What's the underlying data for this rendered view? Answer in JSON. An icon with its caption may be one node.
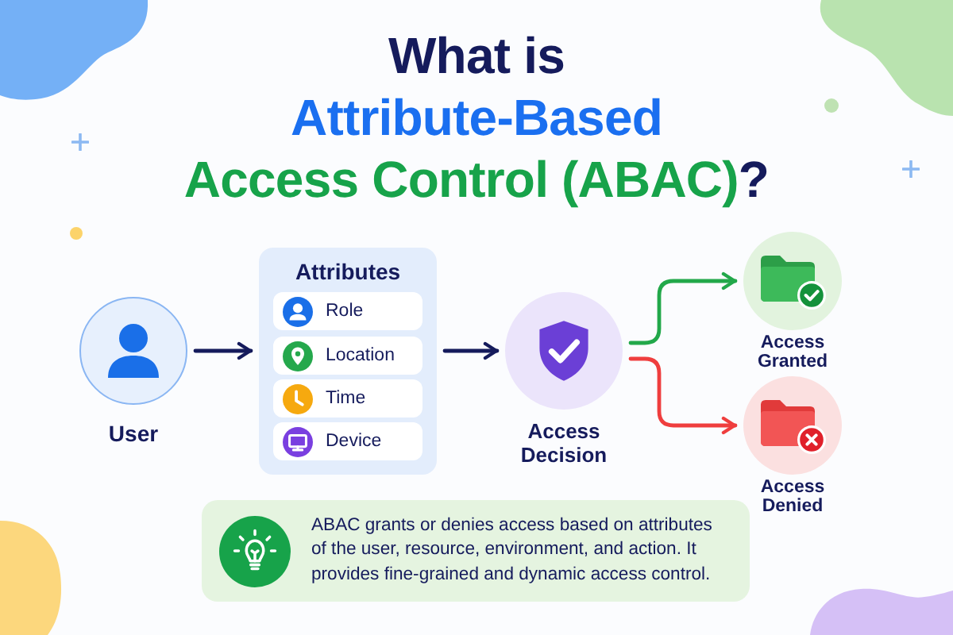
{
  "diagram": {
    "title": "What is Attribute-Based Access Control (ABAC)?",
    "nodes": [
      {
        "text": [
          "User"
        ]
      },
      {
        "text": [
          "Attributes"
        ]
      },
      {
        "text": [
          "Role"
        ],
        "in": 1
      },
      {
        "text": [
          "Location"
        ],
        "in": 1
      },
      {
        "text": [
          "Time"
        ],
        "in": 1
      },
      {
        "text": [
          "Device"
        ],
        "in": 1
      },
      {
        "text": [
          "Access Decision"
        ]
      },
      {
        "text": [
          "Access Granted"
        ]
      },
      {
        "text": [
          "Access Denied"
        ]
      },
      {
        "text": [
          "ABAC grants or denies access based on attributes of the user, resource, environment, and action. It provides fine-grained and dynamic access control."
        ]
      }
    ],
    "edges": [
      {
        "from": 0,
        "to": 1,
        "arrow": "to"
      },
      {
        "from": 1,
        "to": 6,
        "arrow": "to"
      },
      {
        "from": 6,
        "to": 7,
        "arrow": "to",
        "color": "#22a84a"
      },
      {
        "from": 6,
        "to": 8,
        "arrow": "to",
        "color": "#ef3e3e"
      }
    ]
  }
}
